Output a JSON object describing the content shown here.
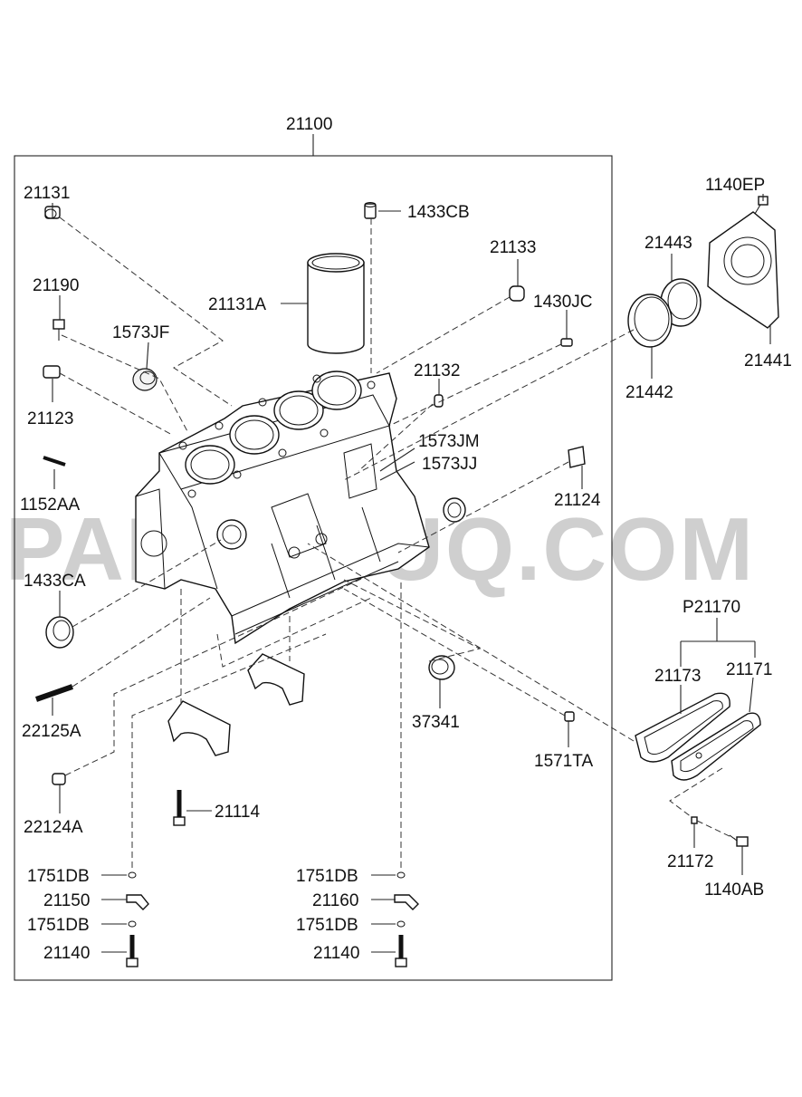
{
  "watermark": "PARTSOUQ.COM",
  "colors": {
    "line": "#222222",
    "watermark": "#cfcfcf",
    "background": "#ffffff"
  },
  "labels": {
    "assembly": "21100",
    "l21131": "21131",
    "l1433CB": "1433CB",
    "l21133": "21133",
    "l1430JC": "1430JC",
    "l21190": "21190",
    "l1573JF": "1573JF",
    "l21131A": "21131A",
    "l21132": "21132",
    "l21123": "21123",
    "l1573JM": "1573JM",
    "l1573JJ": "1573JJ",
    "l1152AA": "1152AA",
    "l21124": "21124",
    "l1433CA": "1433CA",
    "l22125A": "22125A",
    "l37341": "37341",
    "l1571TA": "1571TA",
    "l22124A": "22124A",
    "l21114": "21114",
    "l1751DB_a": "1751DB",
    "l21150": "21150",
    "l1751DB_b": "1751DB",
    "l21140_a": "21140",
    "l1751DB_c": "1751DB",
    "l21160": "21160",
    "l1751DB_d": "1751DB",
    "l21140_b": "21140",
    "l1140EP": "1140EP",
    "l21443": "21443",
    "l21441": "21441",
    "l21442": "21442",
    "lP21170": "P21170",
    "l21173": "21173",
    "l21171": "21171",
    "l21172": "21172",
    "l1140AB": "1140AB"
  }
}
